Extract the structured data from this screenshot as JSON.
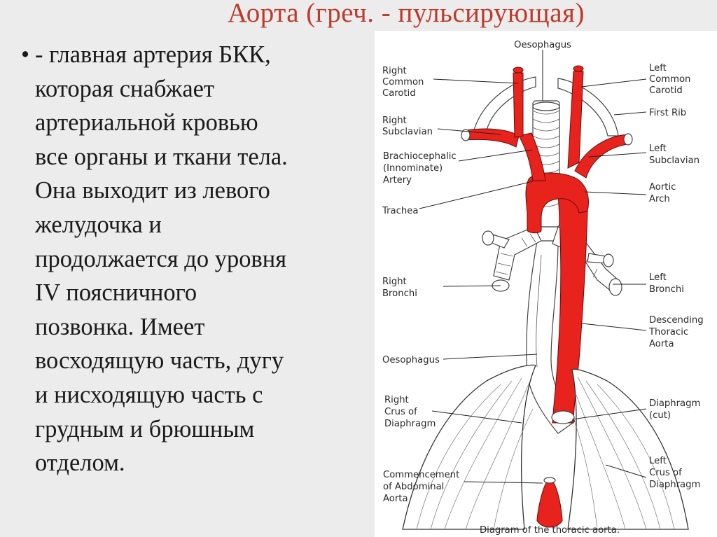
{
  "slide": {
    "title": "Аорта (греч. - пульсирующая)",
    "bullet_symbol": "•",
    "body": "- главная артерия БКК,\nкоторая снабжает\nартериальной кровью\nвсе органы и ткани тела.\nОна выходит из левого\nжелудочка и\nпродолжается до уровня\nIV поясничного\nпозвонка. Имеет\nвосходящую часть, дугу\nи нисходящую часть с\nгрудным и брюшным\nотделом."
  },
  "diagram": {
    "caption": "Diagram of the thoracic aorta.",
    "labels": {
      "oesophagus_top": "Oesophagus",
      "right_common_carotid": [
        "Right",
        "Common",
        "Carotid"
      ],
      "right_subclavian": [
        "Right",
        "Subclavian"
      ],
      "brachiocephalic": [
        "Brachiocephalic",
        "(Innominate)",
        "Artery"
      ],
      "trachea": [
        "Trachea"
      ],
      "right_bronchi": [
        "Right",
        "Bronchi"
      ],
      "oesophagus_mid": [
        "Oesophagus"
      ],
      "right_crus": [
        "Right",
        "Crus of",
        "Diaphragm"
      ],
      "commencement": [
        "Commencement",
        "of Abdominal",
        "Aorta"
      ],
      "left_common_carotid": [
        "Left",
        "Common",
        "Carotid"
      ],
      "first_rib": [
        "First Rib"
      ],
      "left_subclavian": [
        "Left",
        "Subclavian"
      ],
      "aortic_arch": [
        "Aortic",
        "Arch"
      ],
      "left_bronchi": [
        "Left",
        "Bronchi"
      ],
      "descending_thoracic": [
        "Descending",
        "Thoracic",
        "Aorta"
      ],
      "diaphragm_cut": [
        "Diaphragm",
        "(cut)"
      ],
      "left_crus": [
        "Left",
        "Crus of",
        "Diaphragm"
      ]
    },
    "colors": {
      "aorta": "#e8221c",
      "title": "#c0392b"
    }
  }
}
